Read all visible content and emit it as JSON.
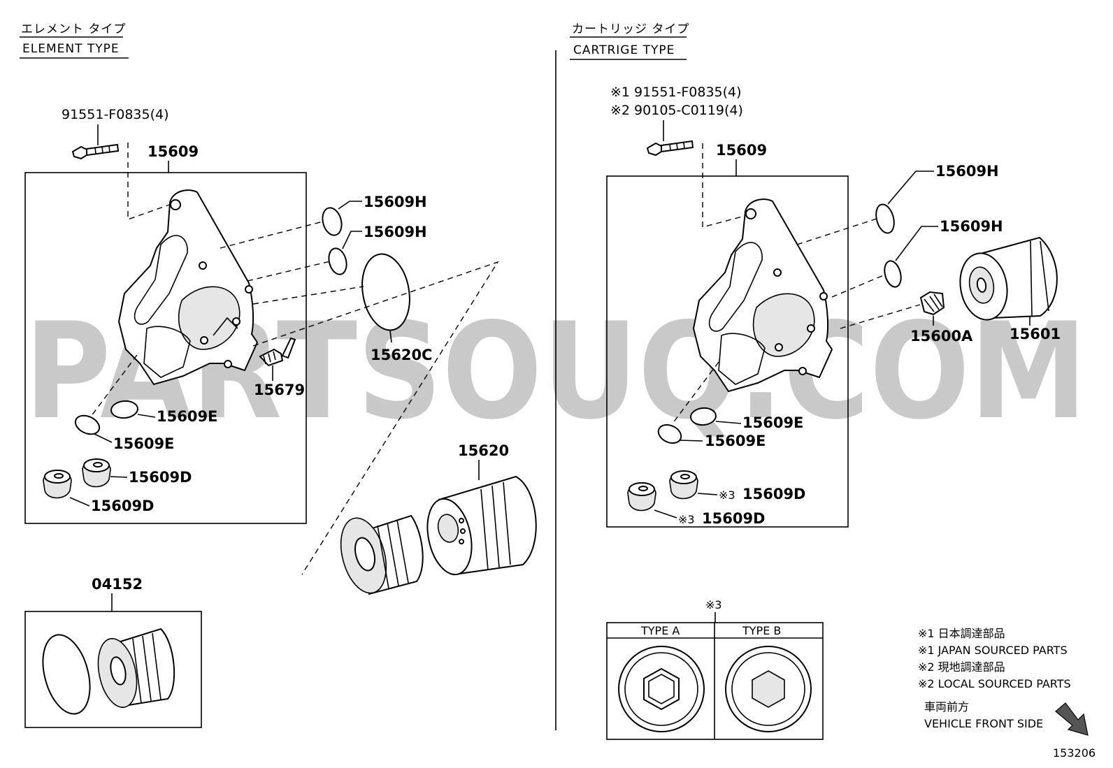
{
  "left_section": {
    "title_jp": "エレメント タイプ",
    "title_en": "ELEMENT TYPE",
    "labels": {
      "bolt": "91551-F0835(4)",
      "housing": "15609",
      "oring_h1": "15609H",
      "oring_h2": "15609H",
      "gasket": "15620C",
      "sensor": "15679",
      "oring_e1": "15609E",
      "oring_e2": "15609E",
      "plug_d1": "15609D",
      "plug_d2": "15609D",
      "cap": "15620",
      "element_kit": "04152"
    }
  },
  "right_section": {
    "title_jp": "カートリッジ タイプ",
    "title_en": "CARTRIGE TYPE",
    "labels": {
      "bolt_note1": "※1 91551-F0835(4)",
      "bolt_note2": "※2 90105-C0119(4)",
      "housing": "15609",
      "oring_h1": "15609H",
      "oring_h2": "15609H",
      "union": "15600A",
      "filter": "15601",
      "oring_e1": "15609E",
      "oring_e2": "15609E",
      "plug_d1": "15609D",
      "plug_d2": "15609D",
      "plug_mark": "※3"
    },
    "type_box": {
      "marker": "※3",
      "type_a": "TYPE A",
      "type_b": "TYPE B"
    }
  },
  "notes": {
    "line1": "※1 日本調達部品",
    "line2": "※1 JAPAN SOURCED PARTS",
    "line3": "※2 現地調達部品",
    "line4": "※2 LOCAL SOURCED PARTS",
    "front_jp": "車両前方",
    "front_en": "VEHICLE FRONT SIDE"
  },
  "diagram_number": "153206",
  "watermark": "PARTSOUQ.COM"
}
